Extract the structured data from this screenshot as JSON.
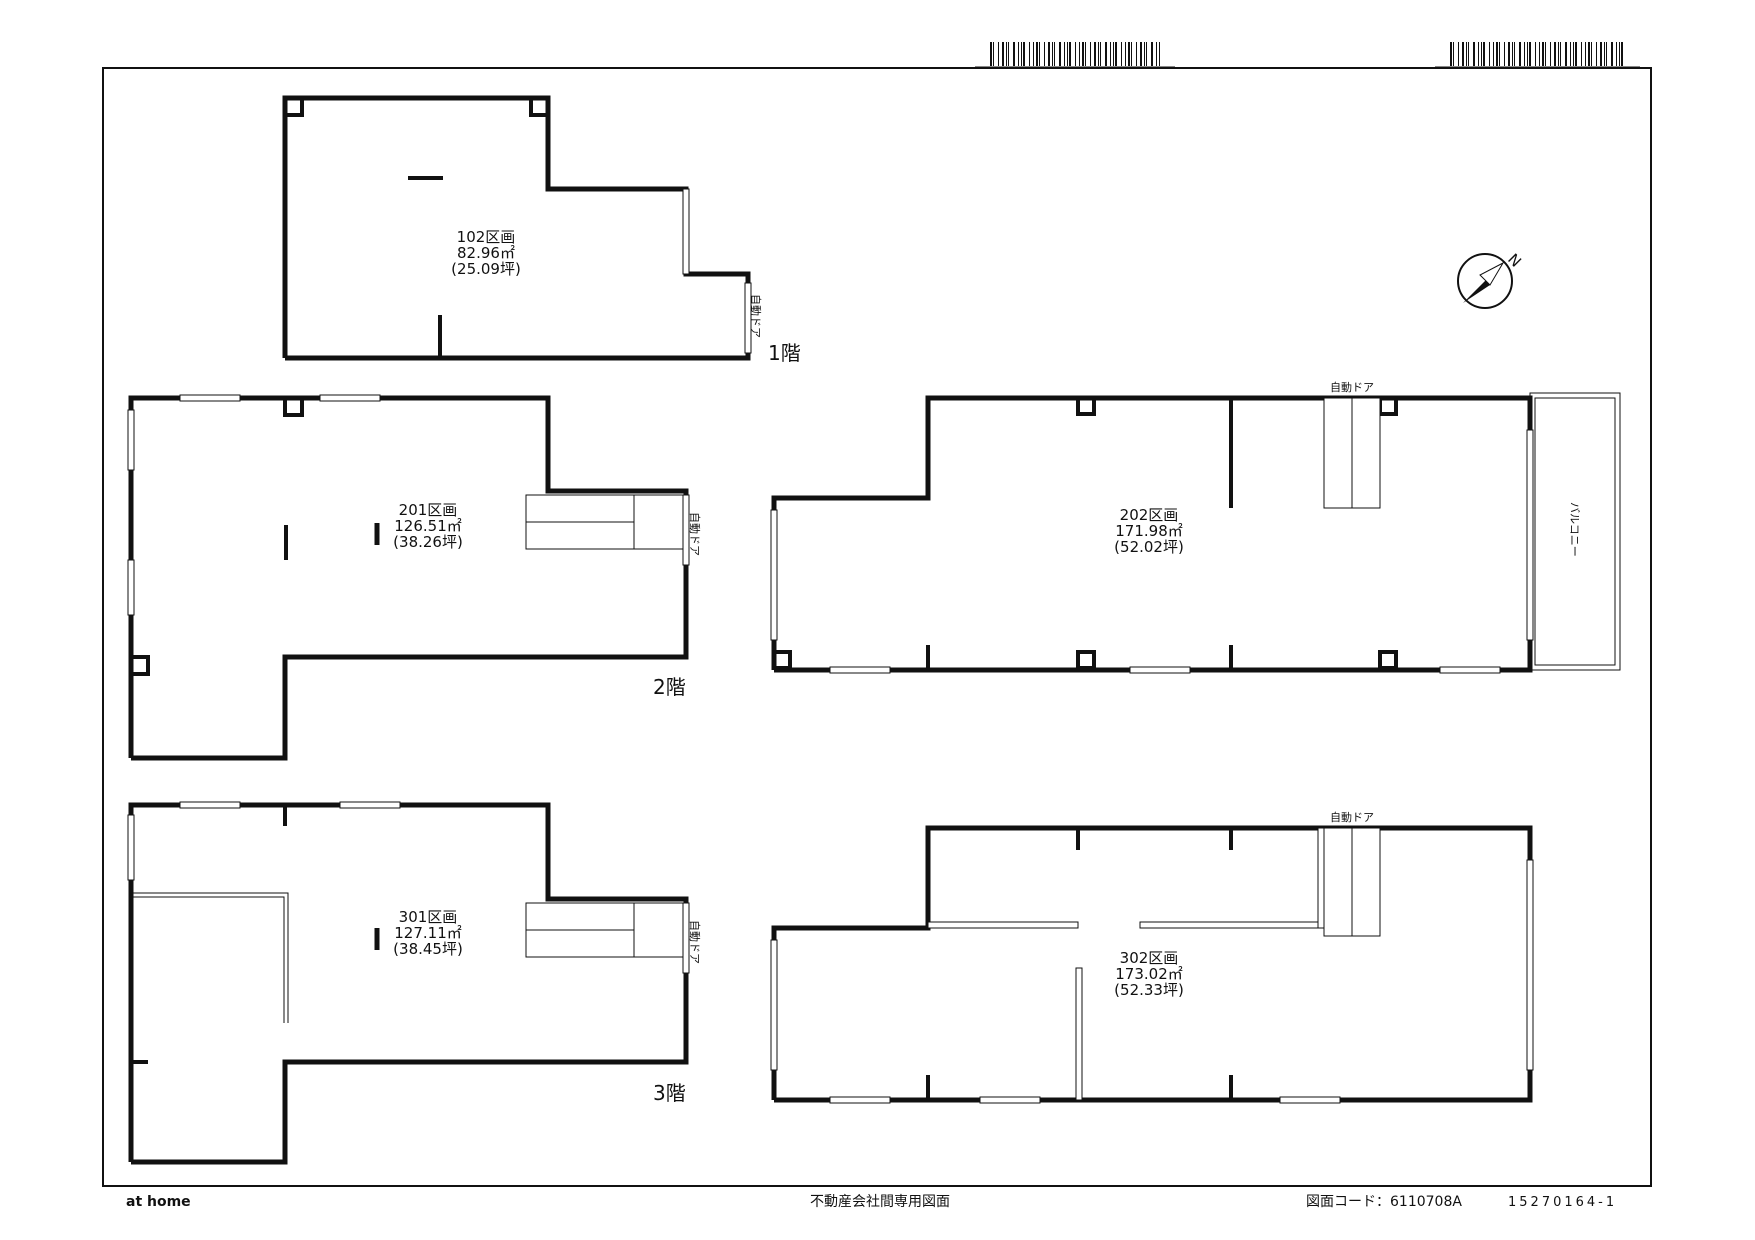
{
  "units": {
    "u102": {
      "name": "102区画",
      "area": "82.96㎡",
      "tsubo": "(25.09坪)"
    },
    "u201": {
      "name": "201区画",
      "area": "126.51㎡",
      "tsubo": "(38.26坪)"
    },
    "u202": {
      "name": "202区画",
      "area": "171.98㎡",
      "tsubo": "(52.02坪)"
    },
    "u301": {
      "name": "301区画",
      "area": "127.11㎡",
      "tsubo": "(38.45坪)"
    },
    "u302": {
      "name": "302区画",
      "area": "173.02㎡",
      "tsubo": "(52.33坪)"
    }
  },
  "floors": {
    "f1": "1階",
    "f2": "2階",
    "f3": "3階"
  },
  "door_label": "自動ドア",
  "balcony_label": "バルコニー",
  "compass_label": "N",
  "footer": {
    "logo": "at home",
    "center": "不動産会社間専用図面",
    "code": "図面コード：6110708A",
    "number": "15270164-1"
  }
}
